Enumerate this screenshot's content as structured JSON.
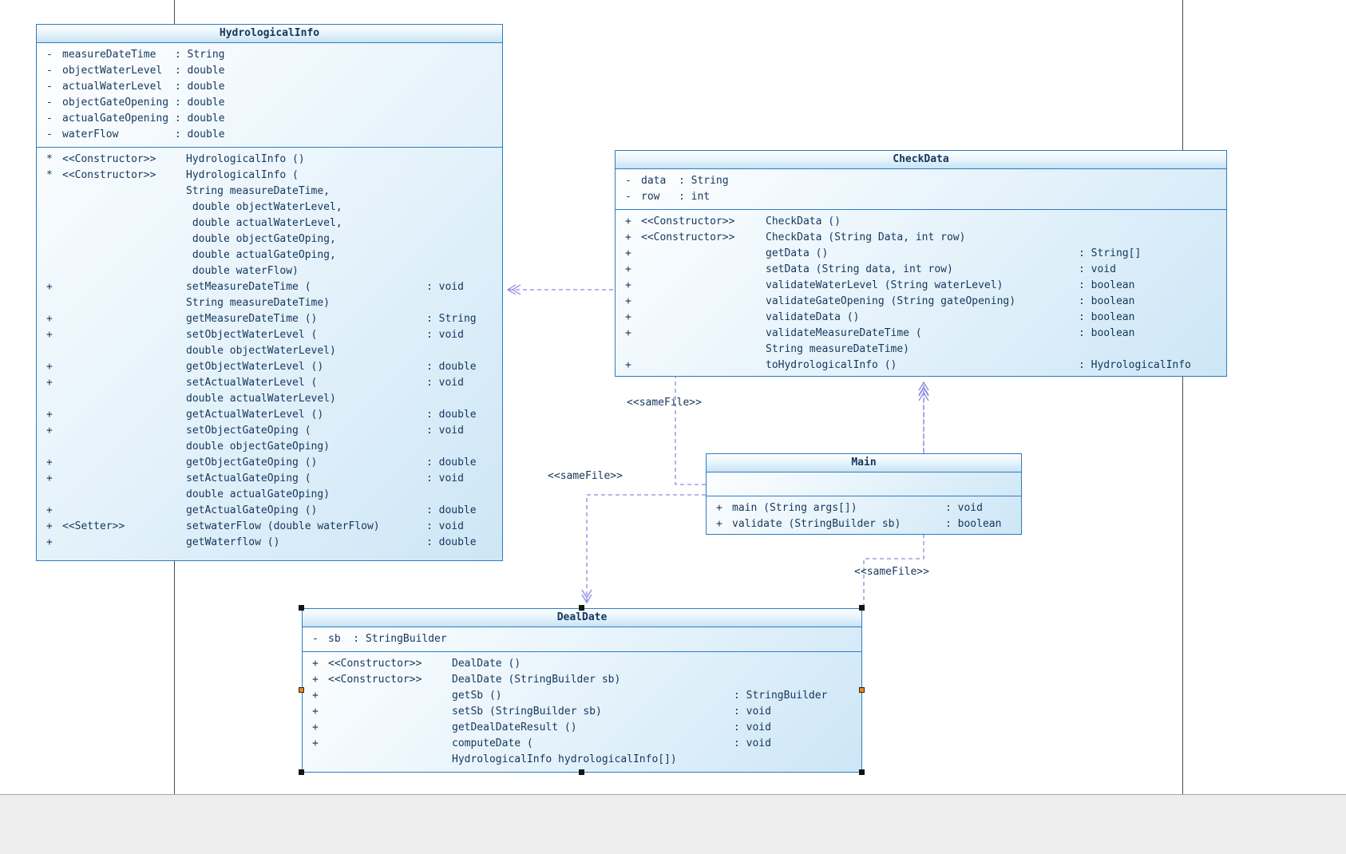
{
  "diagram": {
    "classes": [
      {
        "name": "HydrologicalInfo",
        "title": "HydrologicalInfo",
        "attributes": [
          {
            "vis": "-",
            "text": "measureDateTime   : String"
          },
          {
            "vis": "-",
            "text": "objectWaterLevel  : double"
          },
          {
            "vis": "-",
            "text": "actualWaterLevel  : double"
          },
          {
            "vis": "-",
            "text": "objectGateOpening : double"
          },
          {
            "vis": "-",
            "text": "actualGateOpening : double"
          },
          {
            "vis": "-",
            "text": "waterFlow         : double"
          }
        ],
        "methods": [
          {
            "vis": "*",
            "stereo": "<<Constructor>>",
            "lines": [
              "HydrologicalInfo ()"
            ],
            "type": ""
          },
          {
            "vis": "*",
            "stereo": "<<Constructor>>",
            "lines": [
              "HydrologicalInfo (",
              "String measureDateTime,",
              " double objectWaterLevel,",
              " double actualWaterLevel,",
              " double objectGateOping,",
              " double actualGateOping,",
              " double waterFlow)"
            ],
            "type": ""
          },
          {
            "vis": "+",
            "stereo": "",
            "lines": [
              "setMeasureDateTime (",
              "String measureDateTime)"
            ],
            "type": ": void"
          },
          {
            "vis": "+",
            "stereo": "",
            "lines": [
              "getMeasureDateTime ()"
            ],
            "type": ": String"
          },
          {
            "vis": "+",
            "stereo": "",
            "lines": [
              "setObjectWaterLevel (",
              "double objectWaterLevel)"
            ],
            "type": ": void"
          },
          {
            "vis": "+",
            "stereo": "",
            "lines": [
              "getObjectWaterLevel ()"
            ],
            "type": ": double"
          },
          {
            "vis": "+",
            "stereo": "",
            "lines": [
              "setActualWaterLevel (",
              "double actualWaterLevel)"
            ],
            "type": ": void"
          },
          {
            "vis": "+",
            "stereo": "",
            "lines": [
              "getActualWaterLevel ()"
            ],
            "type": ": double"
          },
          {
            "vis": "+",
            "stereo": "",
            "lines": [
              "setObjectGateOping (",
              "double objectGateOping)"
            ],
            "type": ": void"
          },
          {
            "vis": "+",
            "stereo": "",
            "lines": [
              "getObjectGateOping ()"
            ],
            "type": ": double"
          },
          {
            "vis": "+",
            "stereo": "",
            "lines": [
              "setActualGateOping (",
              "double actualGateOping)"
            ],
            "type": ": void"
          },
          {
            "vis": "+",
            "stereo": "",
            "lines": [
              "getActualGateOping ()"
            ],
            "type": ": double"
          },
          {
            "vis": "+",
            "stereo": "<<Setter>>",
            "lines": [
              "setwaterFlow (double waterFlow)"
            ],
            "type": ": void"
          },
          {
            "vis": "+",
            "stereo": "",
            "lines": [
              "getWaterflow ()"
            ],
            "type": ": double"
          }
        ]
      },
      {
        "name": "CheckData",
        "title": "CheckData",
        "attributes": [
          {
            "vis": "-",
            "text": "data  : String"
          },
          {
            "vis": "-",
            "text": "row   : int"
          }
        ],
        "methods": [
          {
            "vis": "+",
            "stereo": "<<Constructor>>",
            "lines": [
              "CheckData ()"
            ],
            "type": ""
          },
          {
            "vis": "+",
            "stereo": "<<Constructor>>",
            "lines": [
              "CheckData (String Data, int row)"
            ],
            "type": ""
          },
          {
            "vis": "+",
            "stereo": "",
            "lines": [
              "getData ()"
            ],
            "type": ": String[]"
          },
          {
            "vis": "+",
            "stereo": "",
            "lines": [
              "setData (String data, int row)"
            ],
            "type": ": void"
          },
          {
            "vis": "+",
            "stereo": "",
            "lines": [
              "validateWaterLevel (String waterLevel)"
            ],
            "type": ": boolean"
          },
          {
            "vis": "+",
            "stereo": "",
            "lines": [
              "validateGateOpening (String gateOpening)"
            ],
            "type": ": boolean"
          },
          {
            "vis": "+",
            "stereo": "",
            "lines": [
              "validateData ()"
            ],
            "type": ": boolean"
          },
          {
            "vis": "+",
            "stereo": "",
            "lines": [
              "validateMeasureDateTime (",
              "String measureDateTime)"
            ],
            "type": ": boolean"
          },
          {
            "vis": "+",
            "stereo": "",
            "lines": [
              "toHydrologicalInfo ()"
            ],
            "type": ": HydrologicalInfo"
          }
        ]
      },
      {
        "name": "Main",
        "title": "Main",
        "attributes": [],
        "methods": [
          {
            "vis": "+",
            "stereo": "",
            "lines": [
              "main (String args[])"
            ],
            "type": ": void"
          },
          {
            "vis": "+",
            "stereo": "",
            "lines": [
              "validate (StringBuilder sb)"
            ],
            "type": ": boolean"
          }
        ]
      },
      {
        "name": "DealDate",
        "title": "DealDate",
        "attributes": [
          {
            "vis": "-",
            "text": "sb  : StringBuilder"
          }
        ],
        "methods": [
          {
            "vis": "+",
            "stereo": "<<Constructor>>",
            "lines": [
              "DealDate ()"
            ],
            "type": ""
          },
          {
            "vis": "+",
            "stereo": "<<Constructor>>",
            "lines": [
              "DealDate (StringBuilder sb)"
            ],
            "type": ""
          },
          {
            "vis": "+",
            "stereo": "",
            "lines": [
              "getSb ()"
            ],
            "type": ": StringBuilder"
          },
          {
            "vis": "+",
            "stereo": "",
            "lines": [
              "setSb (StringBuilder sb)"
            ],
            "type": ": void"
          },
          {
            "vis": "+",
            "stereo": "",
            "lines": [
              "getDealDateResult ()"
            ],
            "type": ": void"
          },
          {
            "vis": "+",
            "stereo": "",
            "lines": [
              "computeDate (",
              "HydrologicalInfo hydrologicalInfo[])"
            ],
            "type": ": void"
          }
        ]
      }
    ],
    "relations": [
      {
        "from": "Main",
        "to": "HydrologicalInfo",
        "stereotype": "<<sameFile>>"
      },
      {
        "from": "Main",
        "to": "DealDate",
        "stereotype": "<<sameFile>>"
      },
      {
        "from": "Main",
        "to": "CheckData",
        "stereotype": ""
      },
      {
        "from": "DealDate",
        "to": "CheckData",
        "stereotype": "<<sameFile>>"
      }
    ],
    "selection": {
      "selected_class": "DealDate"
    }
  },
  "colors": {
    "class_border": "#2e7cc0",
    "class_text": "#14365c",
    "arrow": "#8a8ade",
    "page_line": "#4a4a4a",
    "page_edge_line": "#a8a8a8",
    "offpage_bg": "#ededed",
    "selection_handle": "#151515",
    "selection_handle_side": "#e8891c"
  }
}
